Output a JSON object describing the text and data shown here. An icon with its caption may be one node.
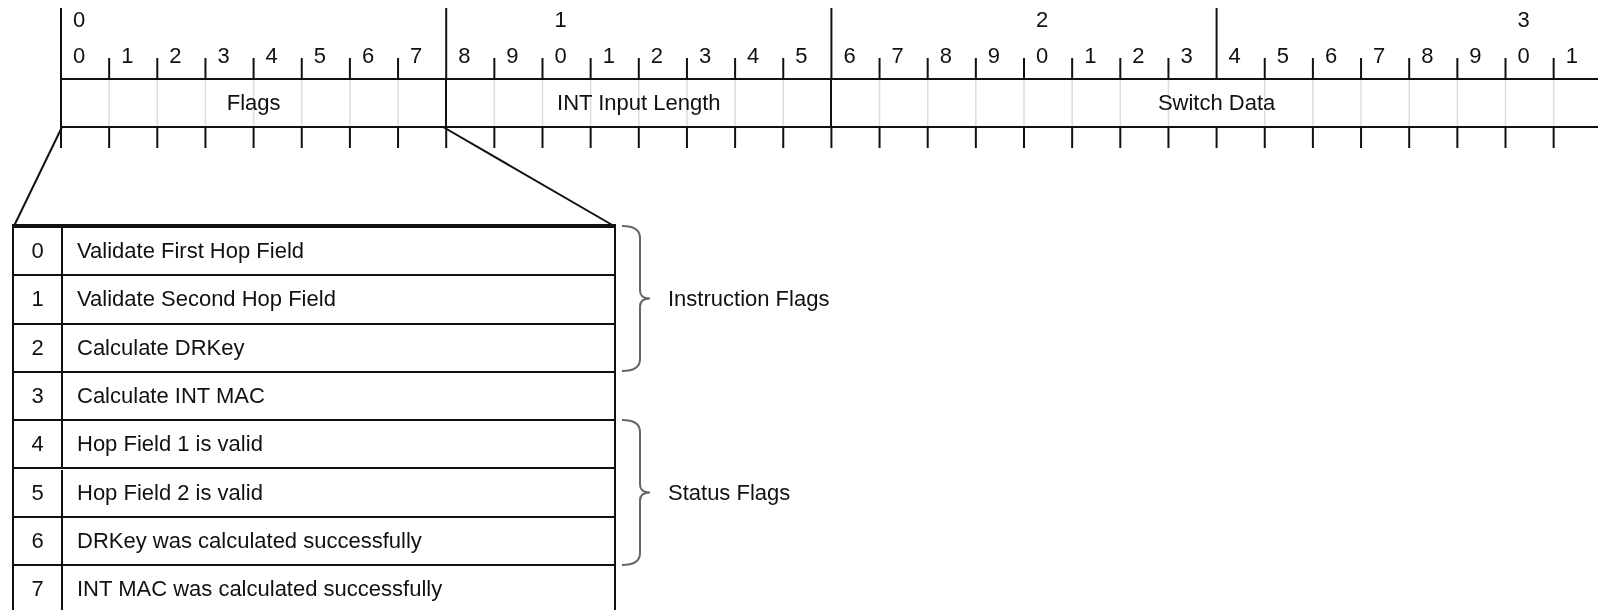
{
  "diagram": {
    "nodes": [
      {
        "text": [
          "Flags"
        ]
      },
      {
        "text": [
          "INT Input Length"
        ]
      },
      {
        "text": [
          "Switch Data"
        ]
      },
      {
        "text": [],
        "shape": "box"
      },
      {
        "text": [
          "0",
          "Validate First Hop Field"
        ],
        "in": 3
      },
      {
        "text": [
          "1",
          "Validate Second Hop Field"
        ],
        "in": 3
      },
      {
        "text": [
          "2",
          "Calculate DRKey"
        ],
        "in": 3
      },
      {
        "text": [
          "3",
          "Calculate INT MAC"
        ],
        "in": 3
      },
      {
        "text": [
          "4",
          "Hop Field 1 is valid"
        ],
        "in": 3
      },
      {
        "text": [
          "5",
          "Hop Field 2 is valid"
        ],
        "in": 3
      },
      {
        "text": [
          "6",
          "DRKey was calculated successfully"
        ],
        "in": 3
      },
      {
        "text": [
          "7",
          "INT MAC was calculated successfully"
        ],
        "in": 3
      }
    ],
    "edges": [
      {
        "from": 0,
        "to": 3,
        "arrow": "none"
      },
      {
        "from": 0,
        "to": 3,
        "arrow": "none"
      }
    ],
    "labels": [
      "0",
      "1",
      "2",
      "3",
      "0",
      "1",
      "2",
      "3",
      "4",
      "5",
      "6",
      "7",
      "8",
      "9",
      "0",
      "1",
      "2",
      "3",
      "4",
      "5",
      "6",
      "7",
      "8",
      "9",
      "0",
      "1",
      "2",
      "3",
      "4",
      "5",
      "6",
      "7",
      "8",
      "9",
      "0",
      "1",
      "Instruction Flags",
      "Status Flags"
    ]
  }
}
